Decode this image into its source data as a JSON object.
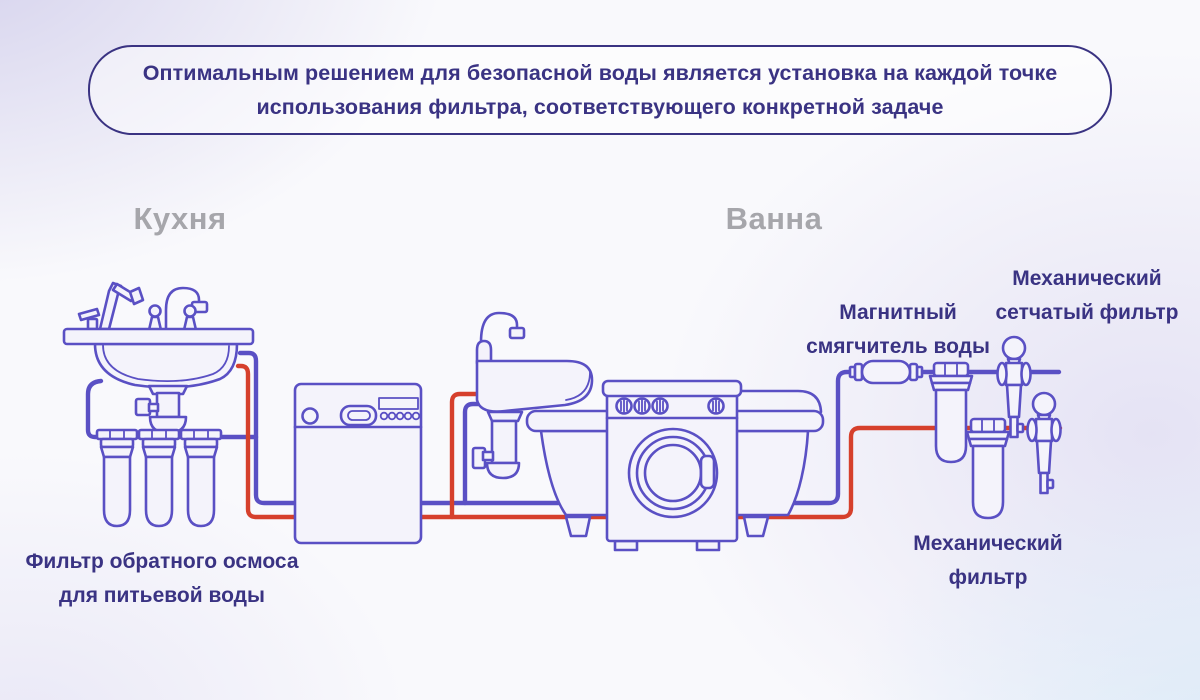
{
  "banner": {
    "line1": "Оптимальным решением для безопасной воды является установка на каждой точке",
    "line2": "использования фильтра, соответствующего конкретной задаче"
  },
  "sections": {
    "kitchen": "Кухня",
    "bath": "Ванна"
  },
  "labels": {
    "ro_filter": {
      "line1": "Фильтр обратного осмоса",
      "line2": "для питьевой воды"
    },
    "magnetic_softener": {
      "line1": "Магнитный",
      "line2": "смягчитель воды"
    },
    "mesh_filter": {
      "line1": "Механический",
      "line2": "сетчатый фильтр"
    },
    "mechanical_filter": {
      "line1": "Механический",
      "line2": "фильтр"
    }
  },
  "equipment_icons": [
    "kitchen-sink-icon",
    "reverse-osmosis-filter-icon",
    "dishwasher-icon",
    "bathroom-sink-icon",
    "bathtub-icon",
    "washing-machine-icon",
    "magnetic-softener-icon",
    "filter-housing-icon",
    "mesh-filter-icon",
    "cold-water-pipe",
    "hot-water-pipe"
  ],
  "colors": {
    "line_art": "#5a50c4",
    "cold_pipe": "#5a50c4",
    "hot_pipe": "#d6402c",
    "label_text": "#3a3383",
    "section_text": "#a6a6ab",
    "banner_border": "#3a3382"
  }
}
